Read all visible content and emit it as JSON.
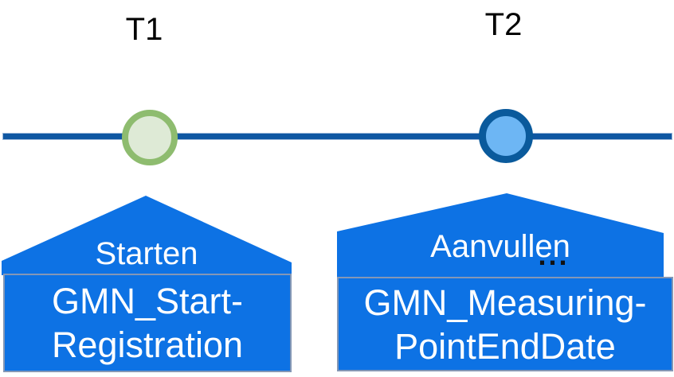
{
  "diagram": {
    "title_semantics": "timeline with two registration events",
    "background_color": "#ffffff",
    "shape_fill_color": "#0d72e4",
    "timeline_color": "#0f57a2",
    "box_border_color": "#8497b5",
    "t1": {
      "time_label": "T1",
      "action_label": "Starten",
      "box_line1": "GMN_Start-",
      "box_line2": "Registration",
      "circle_ring_color": "#8ebc6f",
      "circle_fill_color": "#deead6"
    },
    "t2": {
      "time_label": "T2",
      "action_label": "Aanvullen",
      "ellipsis": "...",
      "box_line1": "GMN_Measuring-",
      "box_line2": "PointEndDate",
      "circle_ring_color": "#0a5a9c",
      "circle_fill_color": "#6db6f4"
    }
  }
}
